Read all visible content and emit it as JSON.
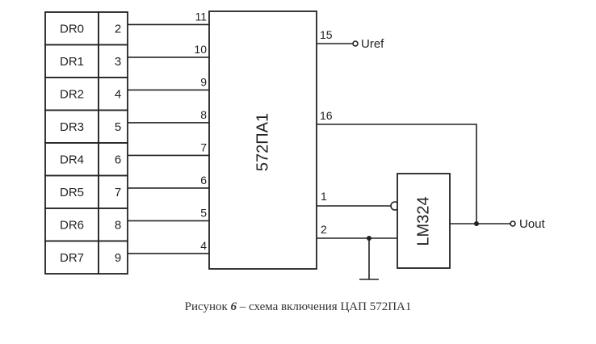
{
  "data_register": [
    {
      "label": "DR0",
      "pin": "2",
      "chip_pin": "11"
    },
    {
      "label": "DR1",
      "pin": "3",
      "chip_pin": "10"
    },
    {
      "label": "DR2",
      "pin": "4",
      "chip_pin": "9"
    },
    {
      "label": "DR3",
      "pin": "5",
      "chip_pin": "8"
    },
    {
      "label": "DR4",
      "pin": "6",
      "chip_pin": "7"
    },
    {
      "label": "DR5",
      "pin": "7",
      "chip_pin": "6"
    },
    {
      "label": "DR6",
      "pin": "8",
      "chip_pin": "5"
    },
    {
      "label": "DR7",
      "pin": "9",
      "chip_pin": "4"
    }
  ],
  "dac": {
    "name": "572ПА1",
    "pin_uref": "15",
    "pin_feedback": "16",
    "pin_out1": "1",
    "pin_out2": "2",
    "label_uref": "Uref"
  },
  "opamp": {
    "name": "LM324",
    "label_out": "Uout"
  },
  "caption": {
    "prefix": "Рисунок ",
    "number": "6",
    "suffix": " – схема включения ЦАП 572ПА1"
  }
}
